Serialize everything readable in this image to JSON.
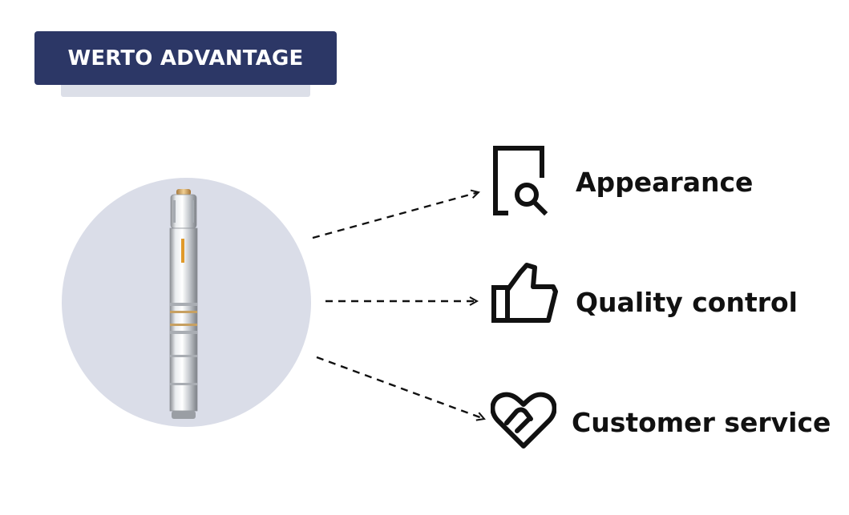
{
  "title": "WERTO ADVANTAGE",
  "colors": {
    "title_background": "#2c3766",
    "title_text": "#ffffff",
    "circle_background": "#dadde8",
    "icon_stroke": "#111111"
  },
  "product_image": "submersible-pump",
  "features": [
    {
      "label": "Appearance",
      "icon": "document-search-icon"
    },
    {
      "label": "Quality control",
      "icon": "thumbs-up-icon"
    },
    {
      "label": "Customer service",
      "icon": "heart-handshake-icon"
    }
  ]
}
